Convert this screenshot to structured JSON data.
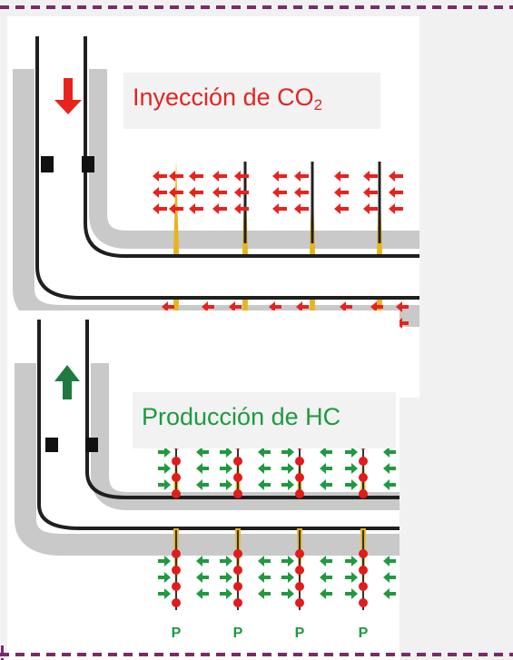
{
  "frame": {
    "border_color": "#7a2b6a"
  },
  "injection": {
    "label_main": "Inyección de CO",
    "label_subscript": "2",
    "arrow_icon": "arrow-down",
    "color": "#e8221e"
  },
  "production": {
    "label": "Producción de HC",
    "arrow_icon": "arrow-up",
    "color": "#1f9a40",
    "pump_label": "P"
  },
  "colors": {
    "casing": "#c9c9c9",
    "pipe_line": "#1f1f1f",
    "fracture": "#e8b41c",
    "perforation": "#e21b1b"
  }
}
